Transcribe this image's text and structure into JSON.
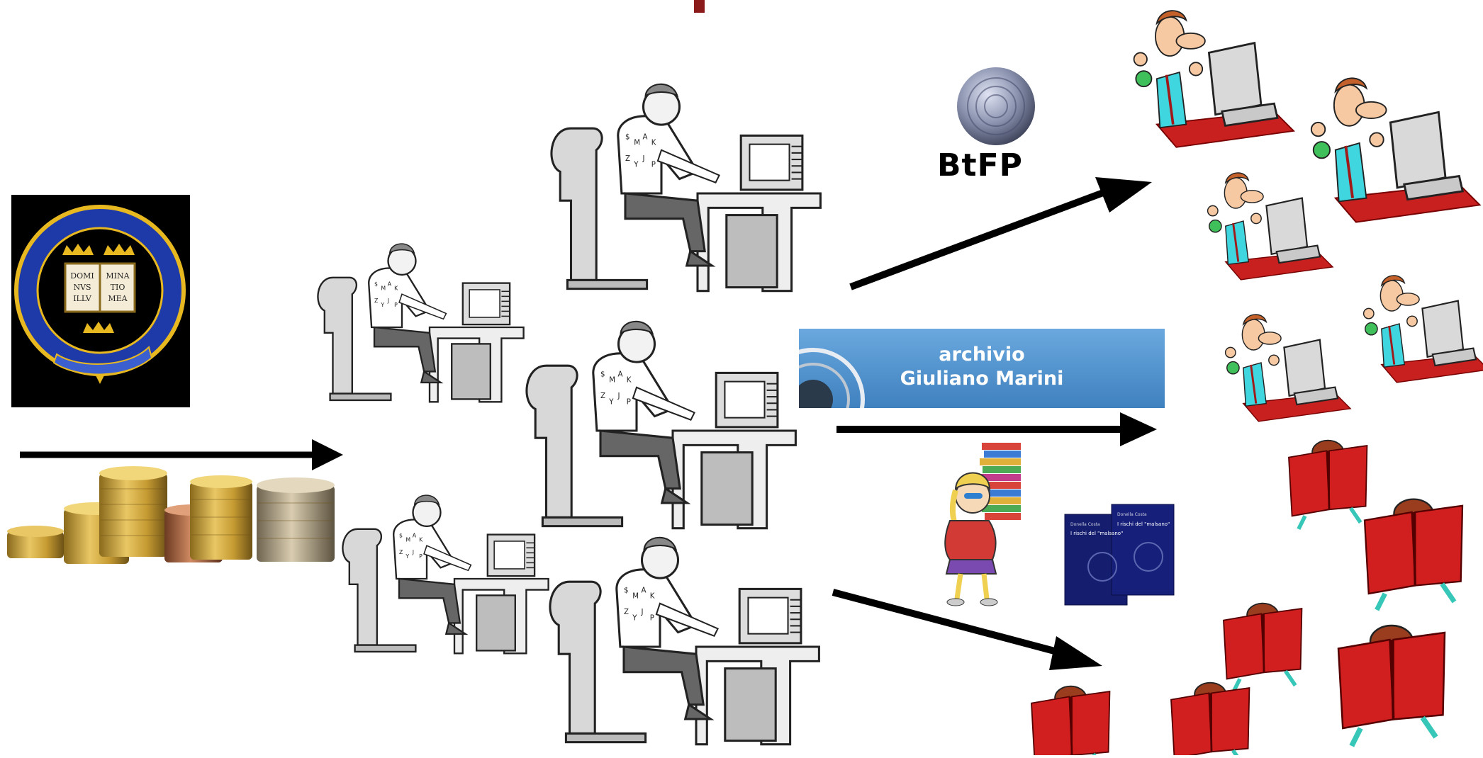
{
  "seal": {
    "motto_lines": [
      "DOMI",
      "NVS",
      "ILLV",
      "MINA",
      "TIO",
      "MEA"
    ]
  },
  "labels": {
    "btfp": "BtFP",
    "archivio_line1": "archivio",
    "archivio_line2": "Giuliano Marini"
  },
  "booklet": {
    "author": "Donella Costa",
    "title": "I rischi del \"malsano\""
  },
  "colors": {
    "arrow": "#000000",
    "banner_top": "#6aa8de",
    "banner_bottom": "#3f81bf",
    "book_red": "#d11f1f",
    "desk_red": "#c81f1f",
    "seal_blue": "#1e3aa8",
    "seal_gold": "#e8b820"
  }
}
